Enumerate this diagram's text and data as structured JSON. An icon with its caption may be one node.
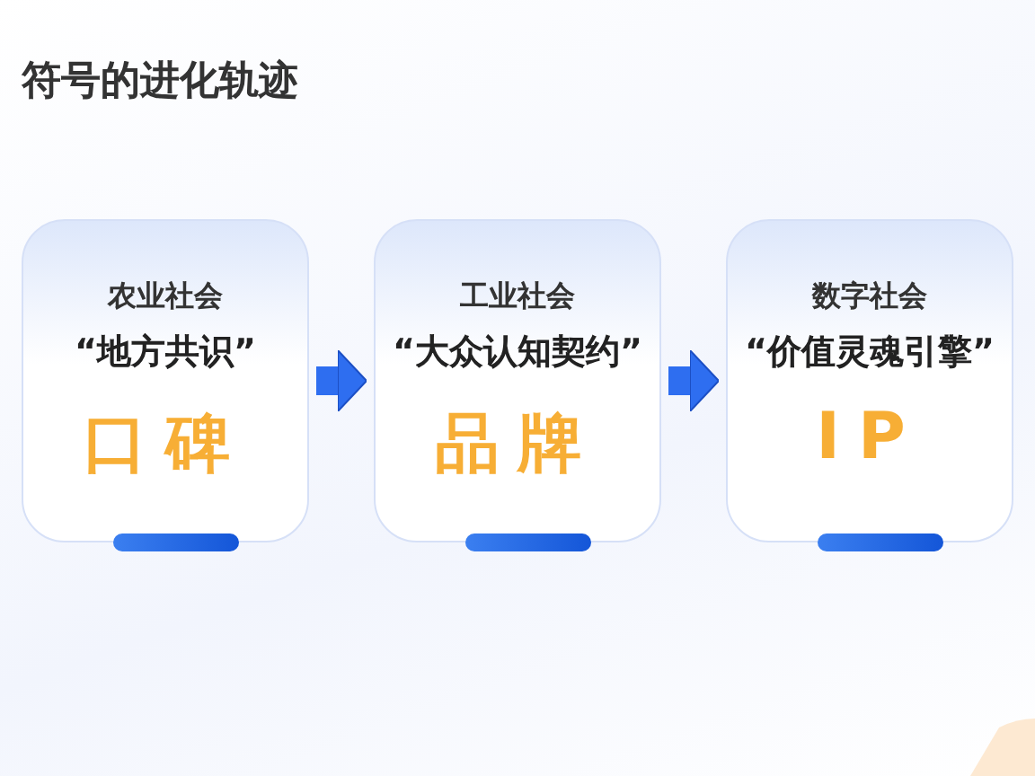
{
  "diagram": {
    "title": "符号的进化轨迹",
    "nodes": [
      {
        "text": [
          "农业社会",
          "“地方共识”",
          "口碑"
        ]
      },
      {
        "text": [
          "工业社会",
          "“大众认知契约”",
          "品牌"
        ]
      },
      {
        "text": [
          "数字社会",
          "“价值灵魂引擎”",
          "IP"
        ]
      }
    ],
    "edges": [
      {
        "from": 0,
        "to": 1,
        "arrow": "to"
      },
      {
        "from": 1,
        "to": 2,
        "arrow": "to"
      }
    ]
  }
}
